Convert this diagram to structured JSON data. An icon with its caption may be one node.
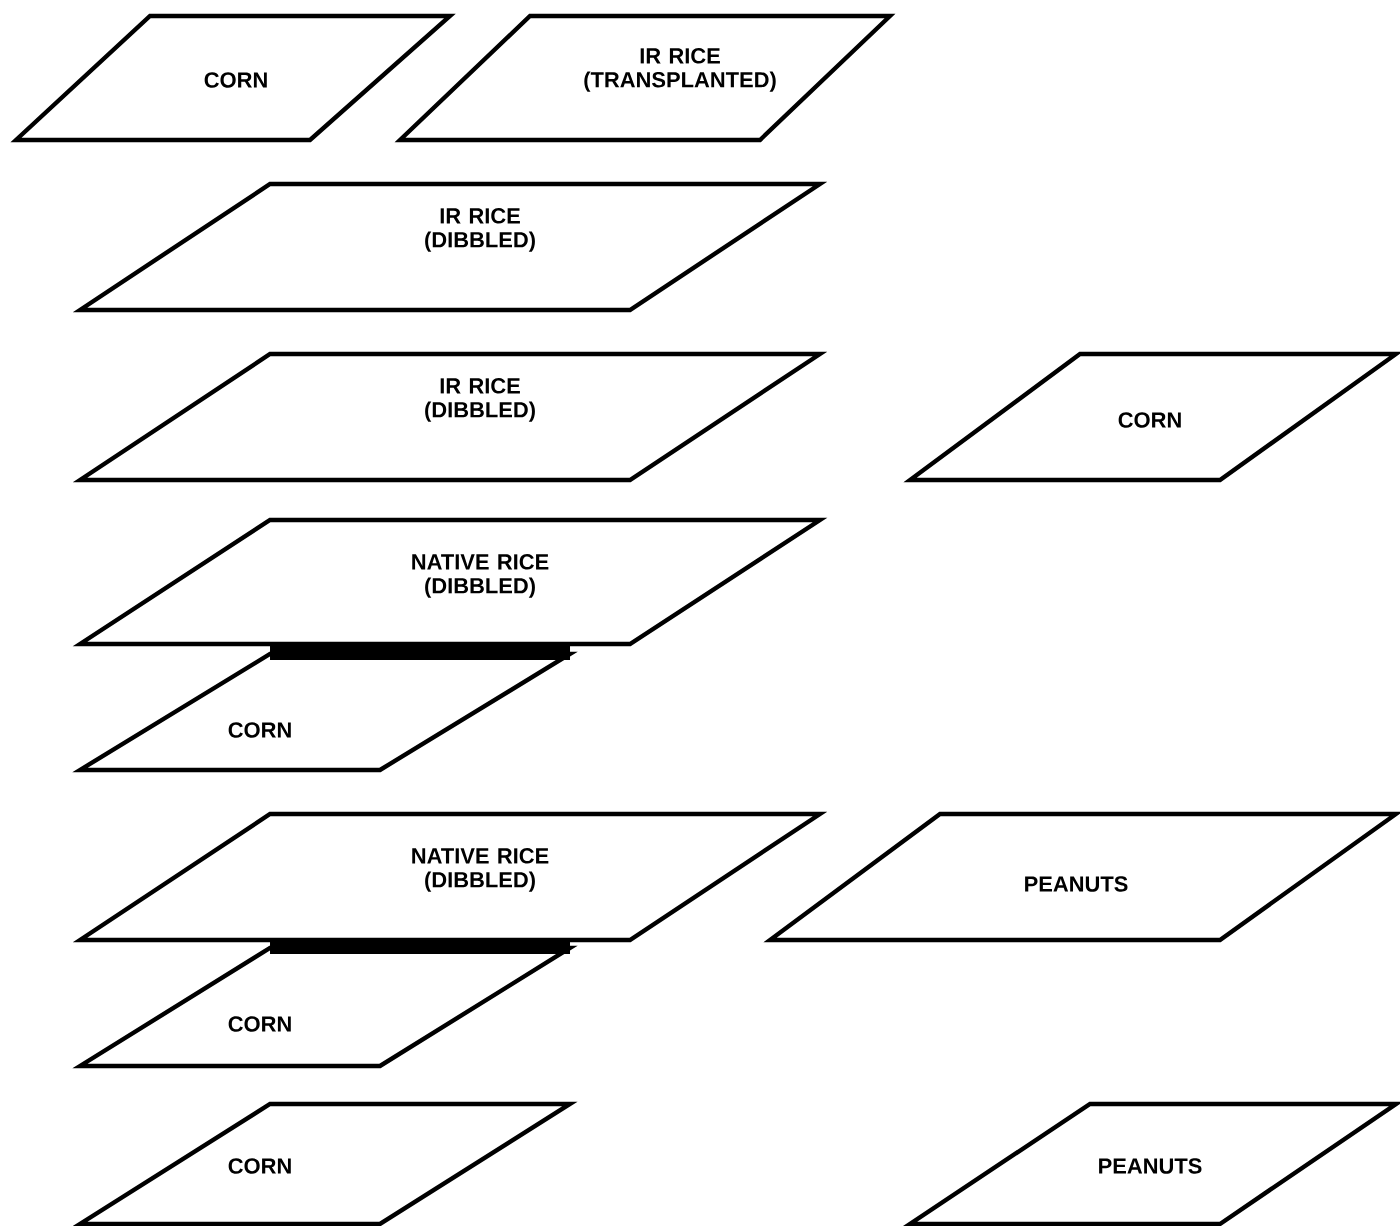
{
  "diagram": {
    "nodes": [
      {
        "text": [
          "CORN"
        ]
      },
      {
        "text": [
          "IR RICE (TRANSPLANTED)"
        ]
      },
      {
        "text": [
          "IR RICE (DIBBLED)"
        ]
      },
      {
        "text": [
          "IR RICE (DIBBLED)"
        ]
      },
      {
        "text": [
          "CORN"
        ]
      },
      {
        "text": [
          "NATIVE RICE (DIBBLED)"
        ]
      },
      {
        "text": [
          "CORN"
        ]
      },
      {
        "text": [
          "NATIVE RICE (DIBBLED)"
        ]
      },
      {
        "text": [
          "PEANUTS"
        ]
      },
      {
        "text": [
          "CORN"
        ]
      },
      {
        "text": [
          "CORN"
        ]
      },
      {
        "text": [
          "PEANUTS"
        ]
      }
    ]
  }
}
